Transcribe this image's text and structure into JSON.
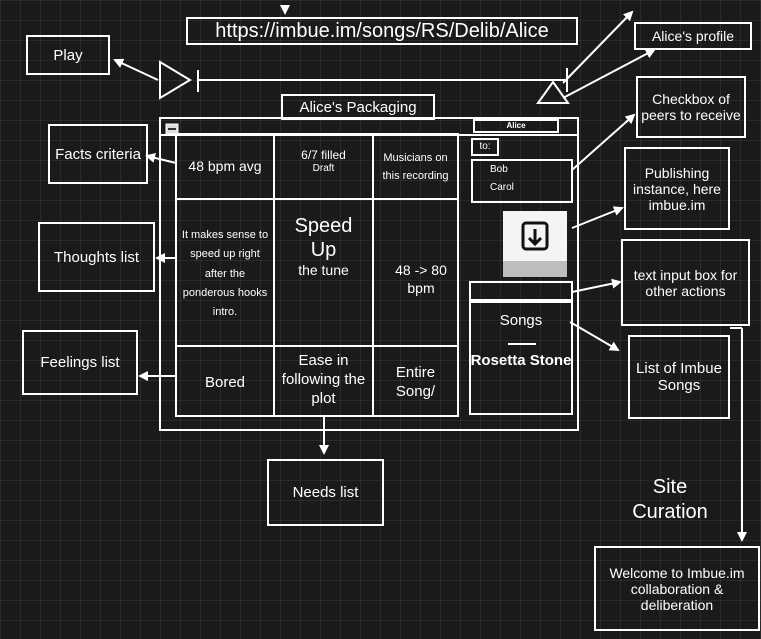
{
  "url": "https://imbue.im/songs/RS/Delib/Alice",
  "header": {
    "packaging_title": "Alice's Packaging",
    "user_tab": "Alice"
  },
  "labels": {
    "play": "Play",
    "facts": "Facts criteria",
    "thoughts": "Thoughts list",
    "feelings": "Feelings list",
    "needs": "Needs list",
    "alice_profile": "Alice's profile",
    "checkbox": "Checkbox of peers to receive",
    "publishing": "Publishing instance, here imbue.im",
    "text_input": "text input box for other actions",
    "list_songs": "List of Imbue Songs",
    "site_curation": "Site Curation",
    "welcome": "Welcome to Imbue.im collaboration & deliberation"
  },
  "grid": {
    "facts": {
      "bpm_avg": "48 bpm avg",
      "filled": "6/7 filled",
      "draft": "Draft",
      "musicians": "Musicians on this recording"
    },
    "thought": "It makes sense to speed up right after the ponderous hooks intro.",
    "need_main": {
      "title": "Speed Up",
      "sub": "the tune"
    },
    "bpm_change": "48 -> 80 bpm",
    "feelings": {
      "bored": "Bored",
      "ease": "Ease in following the plot",
      "entire": "Entire Song/"
    }
  },
  "side": {
    "to_label": "to:",
    "peers": [
      "Bob",
      "Carol"
    ],
    "songs_header": "Songs",
    "song_selected": "Rosetta Stone"
  },
  "icons": {
    "publish": "imbue-logo-icon",
    "collapse": "collapse-icon",
    "play": "play-triangle-icon"
  }
}
